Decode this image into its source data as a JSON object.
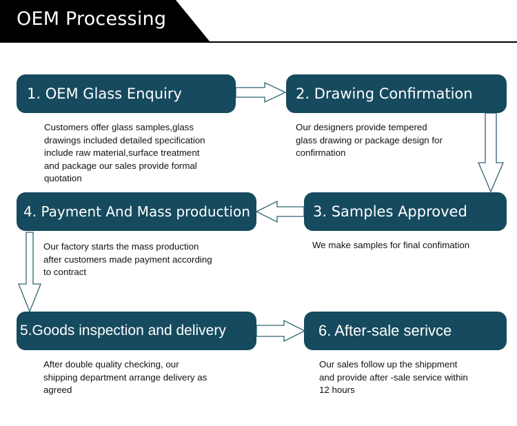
{
  "header": {
    "title": "OEM Processing"
  },
  "colors": {
    "box_fill": "#164a5e",
    "box_text": "#ffffff",
    "arrow_stroke": "#2e6470"
  },
  "steps": [
    {
      "label": "1. OEM Glass Enquiry",
      "description": "      Customers offer glass samples,glass\ndrawings included detailed specification\ninclude raw material,surface treatment\nand package our sales provide formal\nquotation"
    },
    {
      "label": "2. Drawing Confirmation",
      "description": "   Our designers provide tempered\nglass drawing or package design for\nconfirmation"
    },
    {
      "label": "3. Samples Approved",
      "description": "We make samples for final confimation"
    },
    {
      "label": "4. Payment And Mass production",
      "description": "      Our factory starts the mass production\nafter customers made payment according\nto contract"
    },
    {
      "label": "5.Goods inspection and delivery",
      "description": "      After double quality checking,  our\nshipping department arrange delivery as\nagreed"
    },
    {
      "label": "6. After-sale serivce",
      "description": "    Our sales follow up the shippment\nand provide after -sale service within\n12 hours"
    }
  ],
  "arrows": [
    {
      "from": 1,
      "to": 2,
      "direction": "right"
    },
    {
      "from": 2,
      "to": 3,
      "direction": "down"
    },
    {
      "from": 3,
      "to": 4,
      "direction": "left"
    },
    {
      "from": 4,
      "to": 5,
      "direction": "down"
    },
    {
      "from": 5,
      "to": 6,
      "direction": "right"
    }
  ]
}
